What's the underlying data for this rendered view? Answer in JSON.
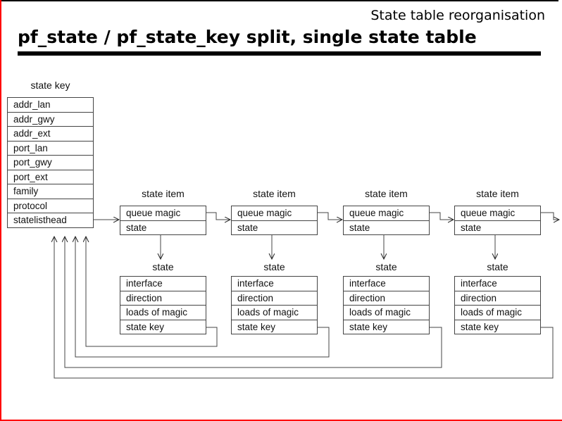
{
  "slide": {
    "corner_title": "State table reorganisation",
    "heading": "pf_state / pf_state_key split, single state table"
  },
  "colors": {
    "accent_red": "#ff0000",
    "line": "#444444"
  },
  "diagram": {
    "state_key_table": {
      "label": "state key",
      "rows": [
        "addr_lan",
        "addr_gwy",
        "addr_ext",
        "port_lan",
        "port_gwy",
        "port_ext",
        "family",
        "protocol",
        "statelisthead"
      ]
    },
    "state_item": {
      "label": "state item",
      "rows": [
        "queue magic",
        "state"
      ],
      "count": 4
    },
    "state": {
      "label": "state",
      "rows": [
        "interface",
        "direction",
        "loads of magic",
        "state key"
      ],
      "count": 4
    }
  }
}
